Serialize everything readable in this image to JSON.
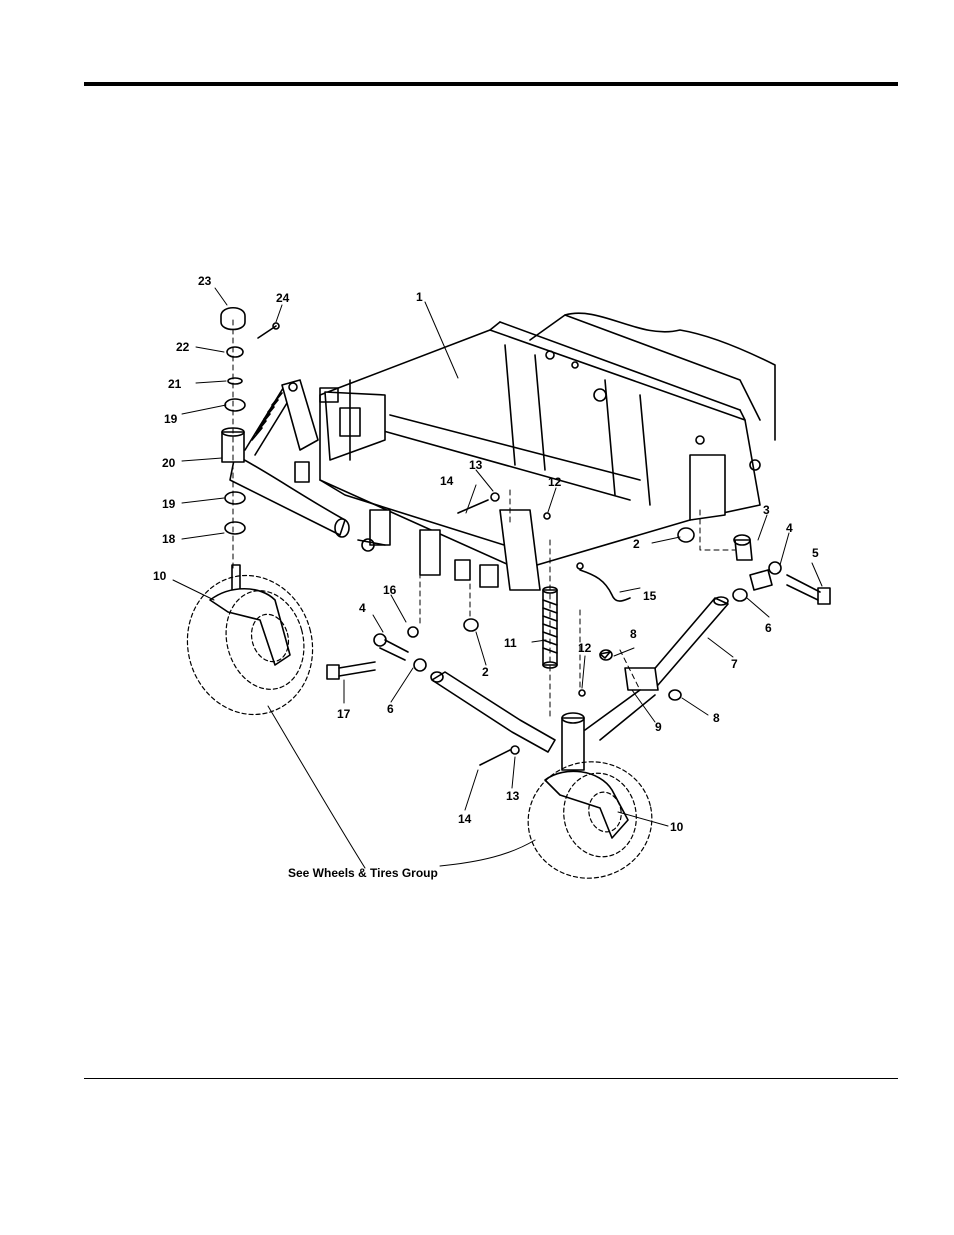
{
  "callouts": {
    "c1": "1",
    "c2a": "2",
    "c2b": "2",
    "c3": "3",
    "c4a": "4",
    "c4b": "4",
    "c5": "5",
    "c6a": "6",
    "c6b": "6",
    "c7": "7",
    "c8a": "8",
    "c8b": "8",
    "c9": "9",
    "c10a": "10",
    "c10b": "10",
    "c11": "11",
    "c12a": "12",
    "c12b": "12",
    "c13a": "13",
    "c13b": "13",
    "c14a": "14",
    "c14b": "14",
    "c15": "15",
    "c16": "16",
    "c17": "17",
    "c18": "18",
    "c19a": "19",
    "c19b": "19",
    "c20": "20",
    "c21": "21",
    "c22": "22",
    "c23": "23",
    "c24": "24"
  },
  "caption": "See Wheels & Tires Group"
}
